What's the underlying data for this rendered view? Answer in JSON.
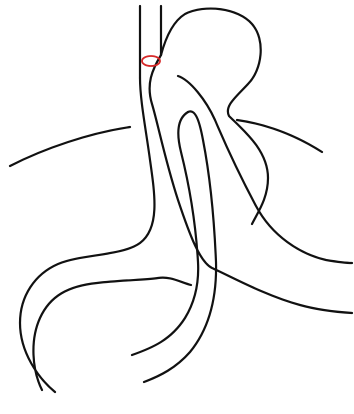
{
  "diagram": {
    "line_color": "#111111",
    "marker_color": "#d62828",
    "parts": [
      "esophagus",
      "gastric-pouch",
      "roux-limb",
      "excluded-stomach",
      "diaphragm",
      "anastomosis-ring"
    ]
  }
}
